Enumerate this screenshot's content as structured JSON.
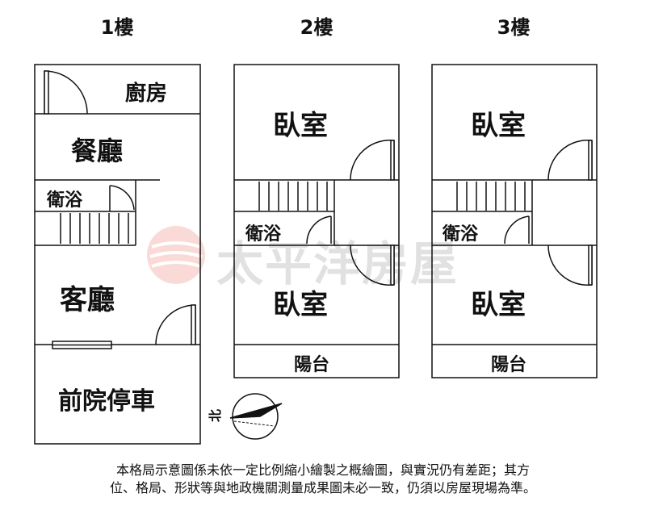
{
  "floors": [
    {
      "title": "1樓"
    },
    {
      "title": "2樓"
    },
    {
      "title": "3樓"
    }
  ],
  "floor1": {
    "kitchen": "廚房",
    "dining": "餐廳",
    "bath": "衛浴",
    "living": "客廳",
    "parking": "前院停車"
  },
  "floor2": {
    "bedroom_top": "臥室",
    "bath": "衛浴",
    "bedroom_bottom": "臥室",
    "balcony": "陽台"
  },
  "floor3": {
    "bedroom_top": "臥室",
    "bath": "衛浴",
    "bedroom_bottom": "臥室",
    "balcony": "陽台"
  },
  "compass": {
    "label": "北"
  },
  "watermark": "太平洋房屋",
  "disclaimer": {
    "line1": "本格局示意圖係未依一定比例縮小繪製之概繪圖，與實況仍有差距；其方",
    "line2": "位、格局、形狀等與地政機關測量成果圖未必一致，仍須以房屋現場為準。"
  }
}
